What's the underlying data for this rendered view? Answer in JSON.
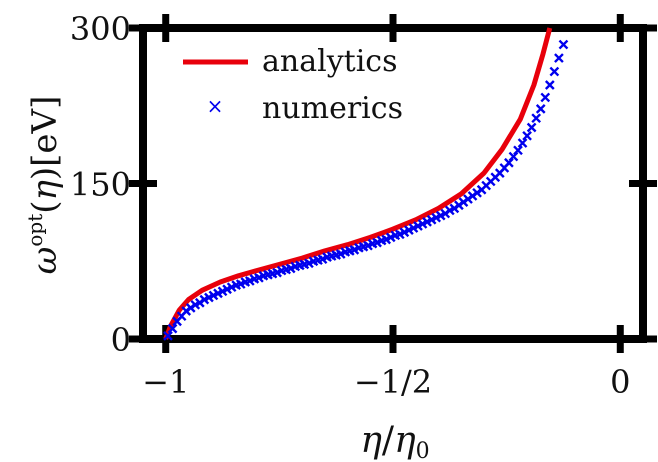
{
  "chart_data": {
    "type": "line",
    "xlabel": "η/η₀",
    "ylabel": "ω^opt(η)[eV]",
    "xlim": [
      -1.05,
      0.05
    ],
    "ylim": [
      0,
      300
    ],
    "x_ticks": [
      {
        "value": -1,
        "label": "−1"
      },
      {
        "value": -0.5,
        "label": "−1/2"
      },
      {
        "value": 0,
        "label": "0"
      }
    ],
    "y_ticks": [
      {
        "value": 0,
        "label": "0"
      },
      {
        "value": 150,
        "label": "150"
      },
      {
        "value": 300,
        "label": "300"
      }
    ],
    "grid": false,
    "legend_position": "top-left",
    "series": [
      {
        "name": "analytics",
        "style": "line",
        "color": "#e8000b",
        "x": [
          -1.0,
          -0.99,
          -0.97,
          -0.95,
          -0.92,
          -0.88,
          -0.84,
          -0.8,
          -0.75,
          -0.7,
          -0.65,
          -0.6,
          -0.55,
          -0.5,
          -0.45,
          -0.4,
          -0.35,
          -0.3,
          -0.26,
          -0.22,
          -0.19,
          -0.17,
          -0.155
        ],
        "values": [
          0,
          12,
          28,
          38,
          47,
          55,
          61,
          66,
          72,
          78,
          85,
          91,
          98,
          106,
          115,
          126,
          140,
          160,
          183,
          212,
          245,
          275,
          300
        ]
      },
      {
        "name": "numerics",
        "style": "marker-x",
        "color": "#0000ee",
        "x": [
          -0.995,
          -0.985,
          -0.975,
          -0.965,
          -0.955,
          -0.945,
          -0.935,
          -0.925,
          -0.915,
          -0.905,
          -0.895,
          -0.885,
          -0.875,
          -0.865,
          -0.855,
          -0.845,
          -0.835,
          -0.825,
          -0.815,
          -0.805,
          -0.795,
          -0.785,
          -0.775,
          -0.765,
          -0.755,
          -0.745,
          -0.735,
          -0.725,
          -0.715,
          -0.705,
          -0.695,
          -0.685,
          -0.675,
          -0.665,
          -0.655,
          -0.645,
          -0.635,
          -0.625,
          -0.615,
          -0.605,
          -0.595,
          -0.585,
          -0.575,
          -0.565,
          -0.555,
          -0.545,
          -0.535,
          -0.525,
          -0.515,
          -0.505,
          -0.495,
          -0.485,
          -0.475,
          -0.465,
          -0.455,
          -0.445,
          -0.435,
          -0.425,
          -0.415,
          -0.405,
          -0.395,
          -0.385,
          -0.375,
          -0.365,
          -0.355,
          -0.345,
          -0.335,
          -0.325,
          -0.315,
          -0.305,
          -0.295,
          -0.285,
          -0.275,
          -0.265,
          -0.255,
          -0.245,
          -0.235,
          -0.225,
          -0.215,
          -0.205,
          -0.195,
          -0.185,
          -0.175,
          -0.165,
          -0.155,
          -0.145,
          -0.135,
          -0.125
        ],
        "values": [
          3,
          10,
          17,
          22,
          27,
          30,
          33,
          35,
          38,
          40,
          42,
          44,
          46,
          48,
          50,
          52,
          53,
          55,
          56,
          58,
          59,
          61,
          62,
          63,
          64,
          66,
          67,
          68,
          70,
          71,
          72,
          73,
          75,
          76,
          77,
          79,
          80,
          81,
          82,
          84,
          85,
          86,
          88,
          89,
          90,
          92,
          93,
          95,
          96,
          98,
          100,
          101,
          103,
          105,
          107,
          109,
          111,
          113,
          115,
          117,
          119,
          121,
          124,
          126,
          129,
          132,
          135,
          138,
          141,
          144,
          148,
          152,
          156,
          160,
          165,
          170,
          176,
          182,
          189,
          196,
          204,
          213,
          222,
          233,
          245,
          258,
          271,
          284
        ]
      }
    ]
  }
}
